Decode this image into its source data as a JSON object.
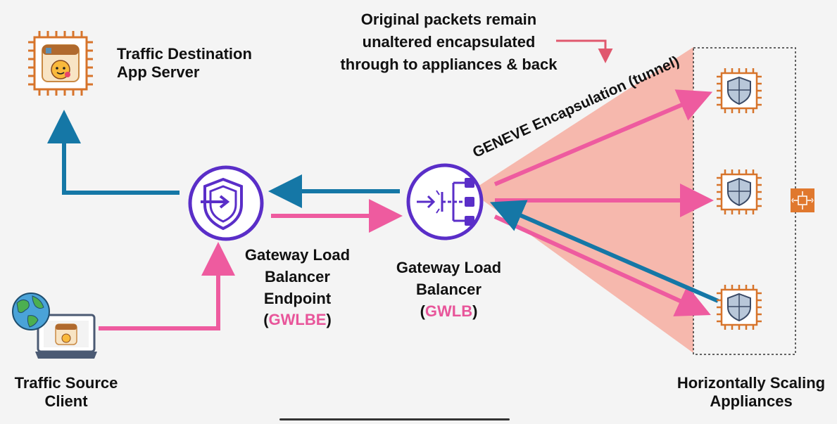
{
  "labels": {
    "app_server_line1": "Traffic Destination",
    "app_server_line2": "App Server",
    "client_line1": "Traffic Source",
    "client_line2": "Client",
    "gwlbe_line1": "Gateway Load",
    "gwlbe_line2": "Balancer",
    "gwlbe_line3": "Endpoint",
    "gwlbe_abbr": "GWLBE",
    "gwlb_line1": "Gateway Load",
    "gwlb_line2": "Balancer",
    "gwlb_abbr": "GWLB",
    "appliances_line1": "Horizontally Scaling",
    "appliances_line2": "Appliances",
    "callout_line1": "Original packets remain",
    "callout_line2": "unaltered encapsulated",
    "callout_line3": "through to appliances & back",
    "geneve": "GENEVE Encapsulation (tunnel)"
  },
  "colors": {
    "pink_arrow": "#ee5b9f",
    "blue_arrow": "#1577a6",
    "purple_icon": "#5a2ec8",
    "orange_chip": "#d7742b",
    "tunnel_fill": "#f6b8ad",
    "callout_arrow": "#e0586e",
    "abbr_accent": "#e8559a"
  },
  "icons": {
    "app_server": "chip-icon",
    "client_laptop": "laptop-icon",
    "globe": "globe-icon",
    "gwlbe": "shield-arrow-icon",
    "gwlb": "load-balancer-icon",
    "appliance": "shield-chip-icon",
    "autoscaling": "autoscaling-icon"
  }
}
